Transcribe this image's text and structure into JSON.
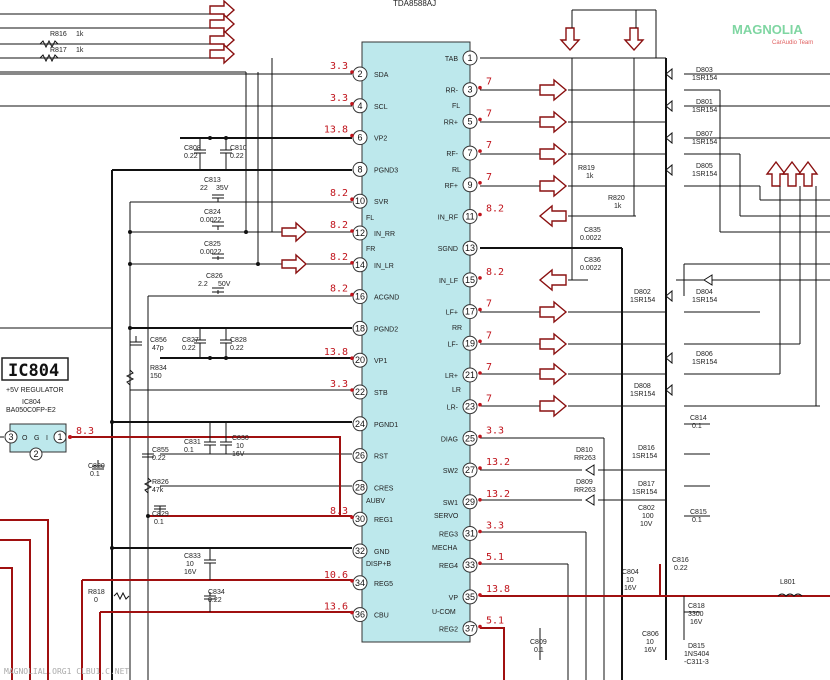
{
  "ic_name": "TDA8588AJ",
  "watermark": {
    "brand": "MAGNOLIA",
    "sub": "CarAudio Team",
    "bottom": "MAGNOLIAL.ORG1 CLBU1.C.NET"
  },
  "regulator": {
    "title": "IC804",
    "desc": "+5V REGULATOR",
    "ref": "IC804",
    "part": "BA050C0FP-E2",
    "pins": [
      "3",
      "2",
      "1"
    ],
    "pin_labels": [
      "O",
      "G",
      "I"
    ],
    "voltage": "8.3"
  },
  "left_pins": [
    {
      "num": "2",
      "name": "SDA",
      "volt": "3.3"
    },
    {
      "num": "4",
      "name": "SCL",
      "volt": "3.3"
    },
    {
      "num": "6",
      "name": "VP2",
      "volt": "13.8"
    },
    {
      "num": "8",
      "name": "PGND3",
      "volt": ""
    },
    {
      "num": "10",
      "name": "SVR",
      "volt": "8.2"
    },
    {
      "num": "12",
      "name": "IN_RR",
      "volt": "8.2"
    },
    {
      "num": "14",
      "name": "IN_LR",
      "volt": "8.2"
    },
    {
      "num": "16",
      "name": "ACGND",
      "volt": "8.2"
    },
    {
      "num": "18",
      "name": "PGND2",
      "volt": ""
    },
    {
      "num": "20",
      "name": "VP1",
      "volt": "13.8"
    },
    {
      "num": "22",
      "name": "STB",
      "volt": "3.3"
    },
    {
      "num": "24",
      "name": "PGND1",
      "volt": ""
    },
    {
      "num": "26",
      "name": "RST",
      "volt": ""
    },
    {
      "num": "28",
      "name": "CRES",
      "volt": ""
    },
    {
      "num": "30",
      "name": "REG1",
      "volt": "8.3"
    },
    {
      "num": "32",
      "name": "GND",
      "volt": ""
    },
    {
      "num": "34",
      "name": "REG5",
      "volt": "10.6"
    },
    {
      "num": "36",
      "name": "CBU",
      "volt": "13.6"
    }
  ],
  "right_pins": [
    {
      "num": "1",
      "name": "TAB",
      "volt": ""
    },
    {
      "num": "3",
      "name": "RR-",
      "volt": "7"
    },
    {
      "num": "5",
      "name": "RR+",
      "volt": "7"
    },
    {
      "num": "7",
      "name": "RF-",
      "volt": "7"
    },
    {
      "num": "9",
      "name": "RF+",
      "volt": "7"
    },
    {
      "num": "11",
      "name": "IN_RF",
      "volt": "8.2"
    },
    {
      "num": "13",
      "name": "SGND",
      "volt": ""
    },
    {
      "num": "15",
      "name": "IN_LF",
      "volt": "8.2"
    },
    {
      "num": "17",
      "name": "LF+",
      "volt": "7"
    },
    {
      "num": "19",
      "name": "LF-",
      "volt": "7"
    },
    {
      "num": "21",
      "name": "LR+",
      "volt": "7"
    },
    {
      "num": "23",
      "name": "LR-",
      "volt": "7"
    },
    {
      "num": "25",
      "name": "DIAG",
      "volt": "3.3"
    },
    {
      "num": "27",
      "name": "SW2",
      "volt": "13.2"
    },
    {
      "num": "29",
      "name": "SW1",
      "volt": "13.2"
    },
    {
      "num": "31",
      "name": "REG3",
      "volt": "3.3"
    },
    {
      "num": "33",
      "name": "REG4",
      "volt": "5.1"
    },
    {
      "num": "35",
      "name": "VP",
      "volt": "13.8"
    },
    {
      "num": "37",
      "name": "REG2",
      "volt": "5.1"
    }
  ],
  "inner_labels": {
    "fl_left": "FL",
    "fr_left": "FR",
    "aubv": "AUBV",
    "disp": "DISP+B",
    "fl_right": "FL",
    "rl_right": "RL",
    "rr_right": "RR",
    "lr_right": "LR",
    "servo": "SERVO",
    "mecha": "MECHA",
    "ucom": "U-COM"
  },
  "components": {
    "r816": [
      "R816",
      "1k"
    ],
    "r817": [
      "R817",
      "1k"
    ],
    "c808": [
      "C808",
      "0.22"
    ],
    "c810": [
      "C810",
      "0.22"
    ],
    "c813": [
      "C813",
      "22",
      "35V"
    ],
    "c824": [
      "C824",
      "0.0022"
    ],
    "c825": [
      "C825",
      "0.0022"
    ],
    "c826": [
      "C826",
      "2.2",
      "50V"
    ],
    "c856": [
      "C856",
      "47p"
    ],
    "c827": [
      "C827",
      "0.22"
    ],
    "c828": [
      "C828",
      "0.22"
    ],
    "r834": [
      "R834",
      "150"
    ],
    "c820": [
      "C820",
      "0.1"
    ],
    "c831": [
      "C831",
      "0.1"
    ],
    "c830": [
      "C830",
      "10",
      "16V"
    ],
    "c855": [
      "C855",
      "0.22"
    ],
    "r826": [
      "R826",
      "47k"
    ],
    "c829": [
      "C829",
      "0.1"
    ],
    "c833": [
      "C833",
      "10",
      "16V"
    ],
    "c834": [
      "C834",
      "0.22"
    ],
    "r818": [
      "R818",
      "0"
    ],
    "r819": [
      "R819",
      "1k"
    ],
    "r820": [
      "R820",
      "1k"
    ],
    "c835": [
      "C835",
      "0.0022"
    ],
    "c836": [
      "C836",
      "0.0022"
    ],
    "d810": [
      "D810",
      "RR263"
    ],
    "d809": [
      "D809",
      "RR263"
    ],
    "c809": [
      "C809",
      "0.1"
    ],
    "d803": [
      "D803",
      "1SR154"
    ],
    "d801": [
      "D801",
      "1SR154"
    ],
    "d807": [
      "D807",
      "1SR154"
    ],
    "d805": [
      "D805",
      "1SR154"
    ],
    "d802": [
      "D802",
      "1SR154"
    ],
    "d804": [
      "D804",
      "1SR154"
    ],
    "d806": [
      "D806",
      "1SR154"
    ],
    "d808": [
      "D808",
      "1SR154"
    ],
    "c814": [
      "C814",
      "0.1"
    ],
    "d816": [
      "D816",
      "1SR154"
    ],
    "d817": [
      "D817",
      "1SR154"
    ],
    "c802": [
      "C802",
      "100",
      "10V"
    ],
    "c815": [
      "C815",
      "0.1"
    ],
    "c804": [
      "C804",
      "10",
      "16V"
    ],
    "c816": [
      "C816",
      "0.22"
    ],
    "l801": [
      "L801"
    ],
    "c818": [
      "C818",
      "3300",
      "16V"
    ],
    "c806": [
      "C806",
      "10",
      "16V"
    ],
    "d815": [
      "D815",
      "1NS404",
      "-C311-3"
    ]
  },
  "colors": {
    "chip": "#bde8ec",
    "voltage": "#c0141c",
    "arrow": "#8a1010",
    "wire": "#111111"
  }
}
